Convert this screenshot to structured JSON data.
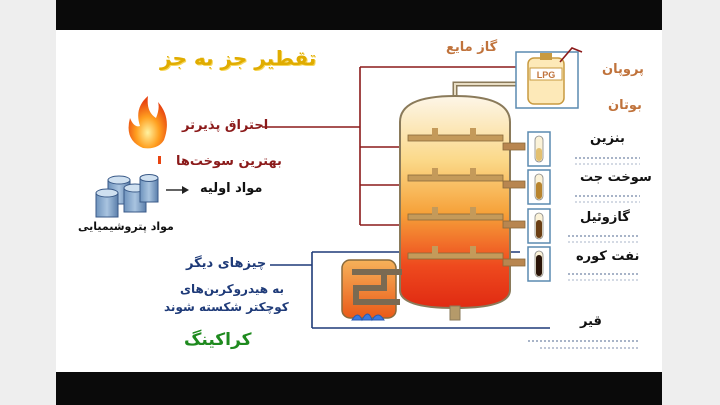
{
  "title": "تقطیر جز به جز",
  "left": {
    "combustible": "احتراق پذیرتر",
    "best_fuels": "بهترین سوخت‌ها",
    "raw_materials": "مواد اولیه",
    "petrochemicals": "مواد پتروشیمیایی",
    "other_things": "چیزهای دیگر",
    "cracking_note_1": "به هیدروکربن‌های",
    "cracking_note_2": "کوچکتر شکسته شوند",
    "cracking": "کراکینگ"
  },
  "top": {
    "liquid_gas": "گاز مایع",
    "lpg": "LPG",
    "propane": "پروپان",
    "butane": "بوتان"
  },
  "fractions": [
    {
      "label": "بنزین"
    },
    {
      "label": "سوخت جت"
    },
    {
      "label": "گازوئیل"
    },
    {
      "label": "نفت کوره"
    },
    {
      "label": "قیر"
    }
  ],
  "colors": {
    "title_gold": "#d9a400",
    "dark_red": "#8b1a1a",
    "navy": "#1e3a78",
    "green": "#1e8a1e",
    "tan": "#c0733c",
    "pipe": "#8a7a5a"
  }
}
